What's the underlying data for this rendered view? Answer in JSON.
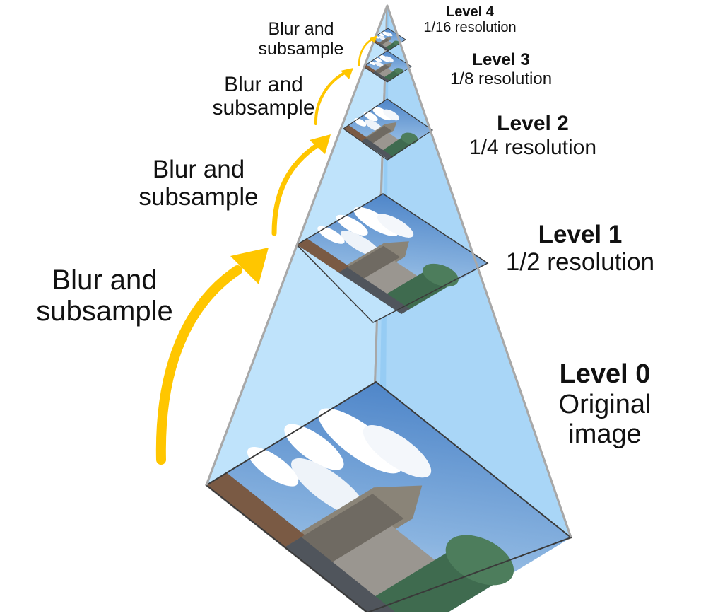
{
  "levels": [
    {
      "title": "Level 0",
      "subtitle": "Original image"
    },
    {
      "title": "Level 1",
      "subtitle": "1/2 resolution"
    },
    {
      "title": "Level 2",
      "subtitle": "1/4 resolution"
    },
    {
      "title": "Level 3",
      "subtitle": "1/8 resolution"
    },
    {
      "title": "Level 4",
      "subtitle": "1/16 resolution"
    }
  ],
  "arrow_label": {
    "line1": "Blur and",
    "line2": "subsample"
  },
  "colors": {
    "pyramid_fill": "#bfe3fb",
    "pyramid_edge": "#a8a8a8",
    "arrow": "#ffc600",
    "sky": "#6d9ad0",
    "cloud": "#ffffff",
    "building": "#8a8a84",
    "tree": "#3f6b4f"
  }
}
